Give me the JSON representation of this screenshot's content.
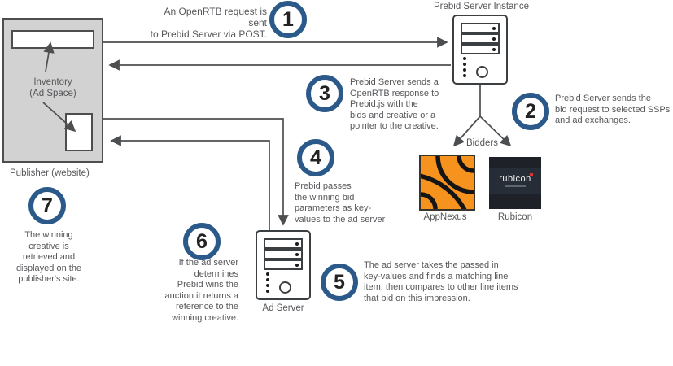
{
  "colors": {
    "accent_blue": "#2b5a8a",
    "text_gray": "#56575a",
    "arrow_gray": "#4d4e50",
    "appnexus_orange": "#f6921e",
    "rubicon_dark": "#1e2127"
  },
  "publisher": {
    "label": "Publisher (website)",
    "inventory_label": "Inventory\n(Ad Space)"
  },
  "prebid_server": {
    "label": "Prebid Server Instance"
  },
  "ad_server": {
    "label": "Ad Server"
  },
  "bidders": {
    "label": "Bidders",
    "appnexus": {
      "name": "AppNexus"
    },
    "rubicon": {
      "name": "Rubicon",
      "logo_text": "rubicon"
    }
  },
  "steps": [
    {
      "num": "1",
      "text": "An OpenRTB request is sent\nto Prebid Server via POST."
    },
    {
      "num": "2",
      "text": "Prebid Server sends the\nbid request to selected SSPs\nand ad exchanges."
    },
    {
      "num": "3",
      "text": "Prebid Server sends a\nOpenRTB response to\nPrebid.js with the\nbids and creative or a\npointer to the creative."
    },
    {
      "num": "4",
      "text": "Prebid passes\nthe winning bid\nparameters as key-\nvalues to the ad server"
    },
    {
      "num": "5",
      "text": "The ad server takes the passed in\nkey-values and finds a matching line\nitem, then compares to other line items\nthat bid on this impression."
    },
    {
      "num": "6",
      "text": "If the ad server\ndetermines\nPrebid wins the\nauction it returns a\nreference to the\nwinning creative."
    },
    {
      "num": "7",
      "text": "The winning\ncreative is\nretrieved and\ndisplayed on the\npublisher's site."
    }
  ]
}
